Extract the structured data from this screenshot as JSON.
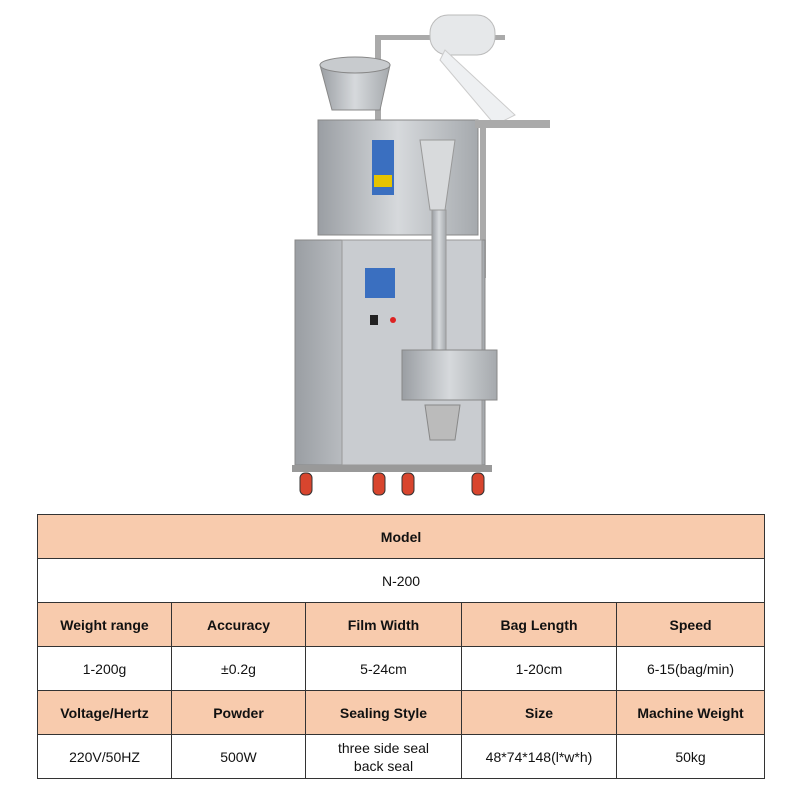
{
  "product_image": {
    "icon": "packaging-machine-photo"
  },
  "table": {
    "title_header": "Model",
    "model": "N-200",
    "row1_headers": [
      "Weight range",
      "Accuracy",
      "Film Width",
      "Bag Length",
      "Speed"
    ],
    "row1_values": [
      "1-200g",
      "±0.2g",
      "5-24cm",
      "1-20cm",
      "6-15(bag/min)"
    ],
    "row2_headers": [
      "Voltage/Hertz",
      "Powder",
      "Sealing Style",
      "Size",
      "Machine Weight"
    ],
    "row2_values": [
      "220V/50HZ",
      "500W",
      "three side seal",
      "48*74*148(l*w*h)",
      "50kg"
    ],
    "sealing_style_line2": "back seal"
  },
  "colors": {
    "header_bg": "#f8cbad",
    "border": "#333333"
  }
}
